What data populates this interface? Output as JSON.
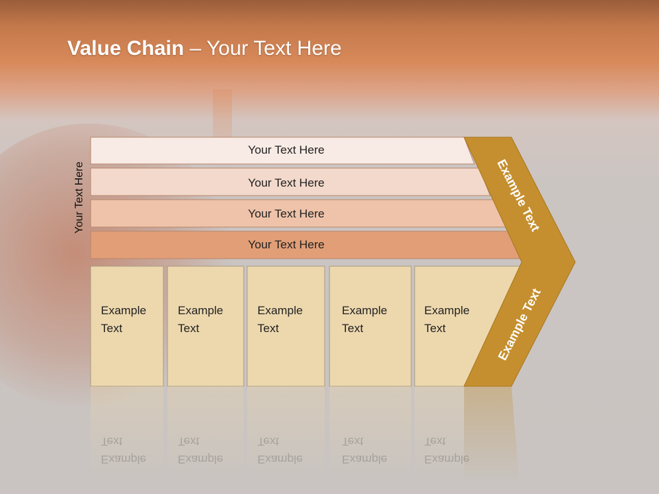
{
  "title": {
    "bold": "Value Chain",
    "rest": " – Your Text Here"
  },
  "side_label": "Your Text Here",
  "rows": [
    {
      "label": "Your Text Here",
      "color": "#f8ebe5"
    },
    {
      "label": "Your Text Here",
      "color": "#f3d9cb"
    },
    {
      "label": "Your Text Here",
      "color": "#eec3a9"
    },
    {
      "label": "Your Text Here",
      "color": "#e19e77"
    }
  ],
  "columns": [
    {
      "line1": "Example",
      "line2": "Text"
    },
    {
      "line1": "Example",
      "line2": "Text"
    },
    {
      "line1": "Example",
      "line2": "Text"
    },
    {
      "line1": "Example",
      "line2": "Text"
    },
    {
      "line1": "Example",
      "line2": "Text"
    }
  ],
  "column_color": "#edd8ae",
  "chevron": {
    "top_text": "Example Text",
    "bottom_text": "Example Text",
    "color": "#c58f2f"
  }
}
